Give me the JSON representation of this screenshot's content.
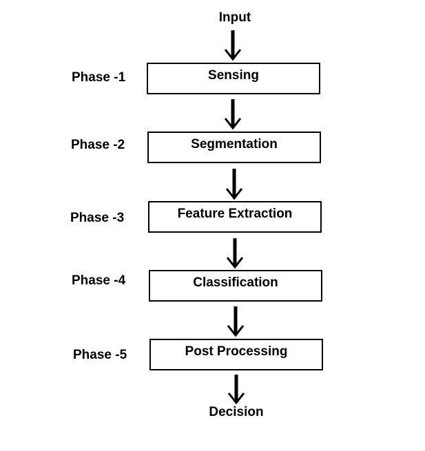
{
  "diagram": {
    "input": "Input",
    "output": "Decision",
    "phases": [
      {
        "phase_label": "Phase -1",
        "step": "Sensing"
      },
      {
        "phase_label": "Phase -2",
        "step": "Segmentation"
      },
      {
        "phase_label": "Phase -3",
        "step": "Feature Extraction"
      },
      {
        "phase_label": "Phase -4",
        "step": "Classification"
      },
      {
        "phase_label": "Phase -5",
        "step": "Post Processing"
      }
    ]
  },
  "colors": {
    "stroke": "#000000",
    "background": "#ffffff"
  }
}
